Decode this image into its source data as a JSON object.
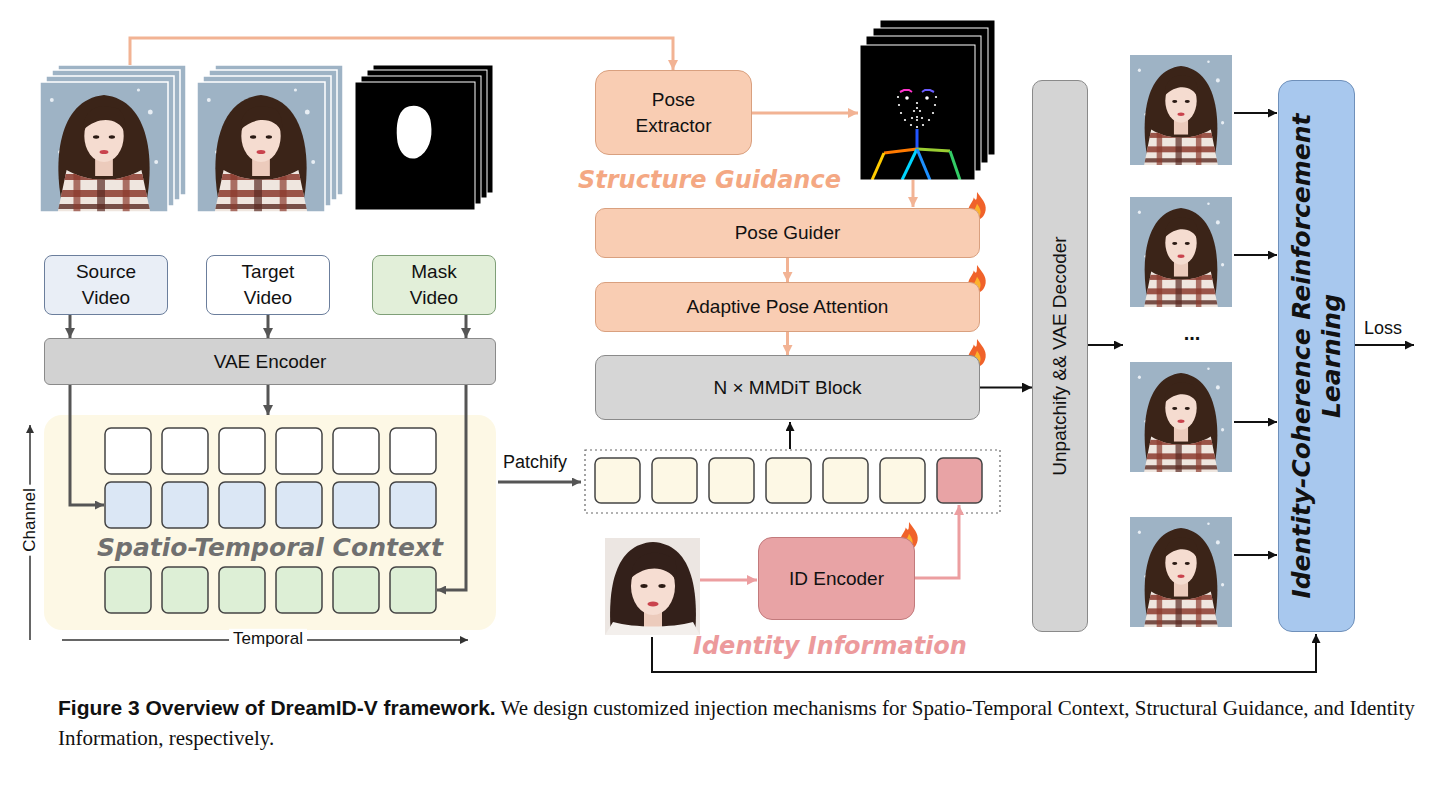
{
  "diagram": {
    "caption": "Figure 3 Overview of DreamID-V framework. We design customized injection mechanisms for Spatio-Temporal Context, Structural Guidance, and Identity Information, respectively.",
    "nodes": [
      {
        "text": [
          "Source Video"
        ]
      },
      {
        "text": [
          "Target Video"
        ]
      },
      {
        "text": [
          "Mask Video"
        ]
      },
      {
        "text": [
          "VAE Encoder"
        ]
      },
      {
        "text": [
          "Spatio-Temporal Context"
        ]
      },
      {
        "text": [
          "Pose Extractor"
        ]
      },
      {
        "text": [
          "Pose Guider"
        ]
      },
      {
        "text": [
          "Adaptive Pose Attention"
        ]
      },
      {
        "text": [
          "N × MMDiT Block"
        ]
      },
      {
        "text": [
          "ID Encoder"
        ]
      },
      {
        "text": [
          "Unpatchify && VAE Decoder"
        ]
      },
      {
        "text": [
          "Identity-Coherence Reinforcement Learning"
        ]
      }
    ],
    "edges": [
      {
        "from": 0,
        "to": 3,
        "arrow": "to"
      },
      {
        "from": 1,
        "to": 3,
        "arrow": "to"
      },
      {
        "from": 2,
        "to": 3,
        "arrow": "to"
      },
      {
        "from": 3,
        "to": 4,
        "arrow": "to"
      },
      {
        "from": 6,
        "to": 7,
        "arrow": "to"
      },
      {
        "from": 7,
        "to": 8,
        "arrow": "to"
      },
      {
        "from": 8,
        "to": 10,
        "arrow": "to"
      }
    ],
    "labels": [
      "Structure Guidance",
      "Identity Information",
      "Channel",
      "Temporal",
      "Patchify",
      "...",
      "Loss"
    ]
  }
}
